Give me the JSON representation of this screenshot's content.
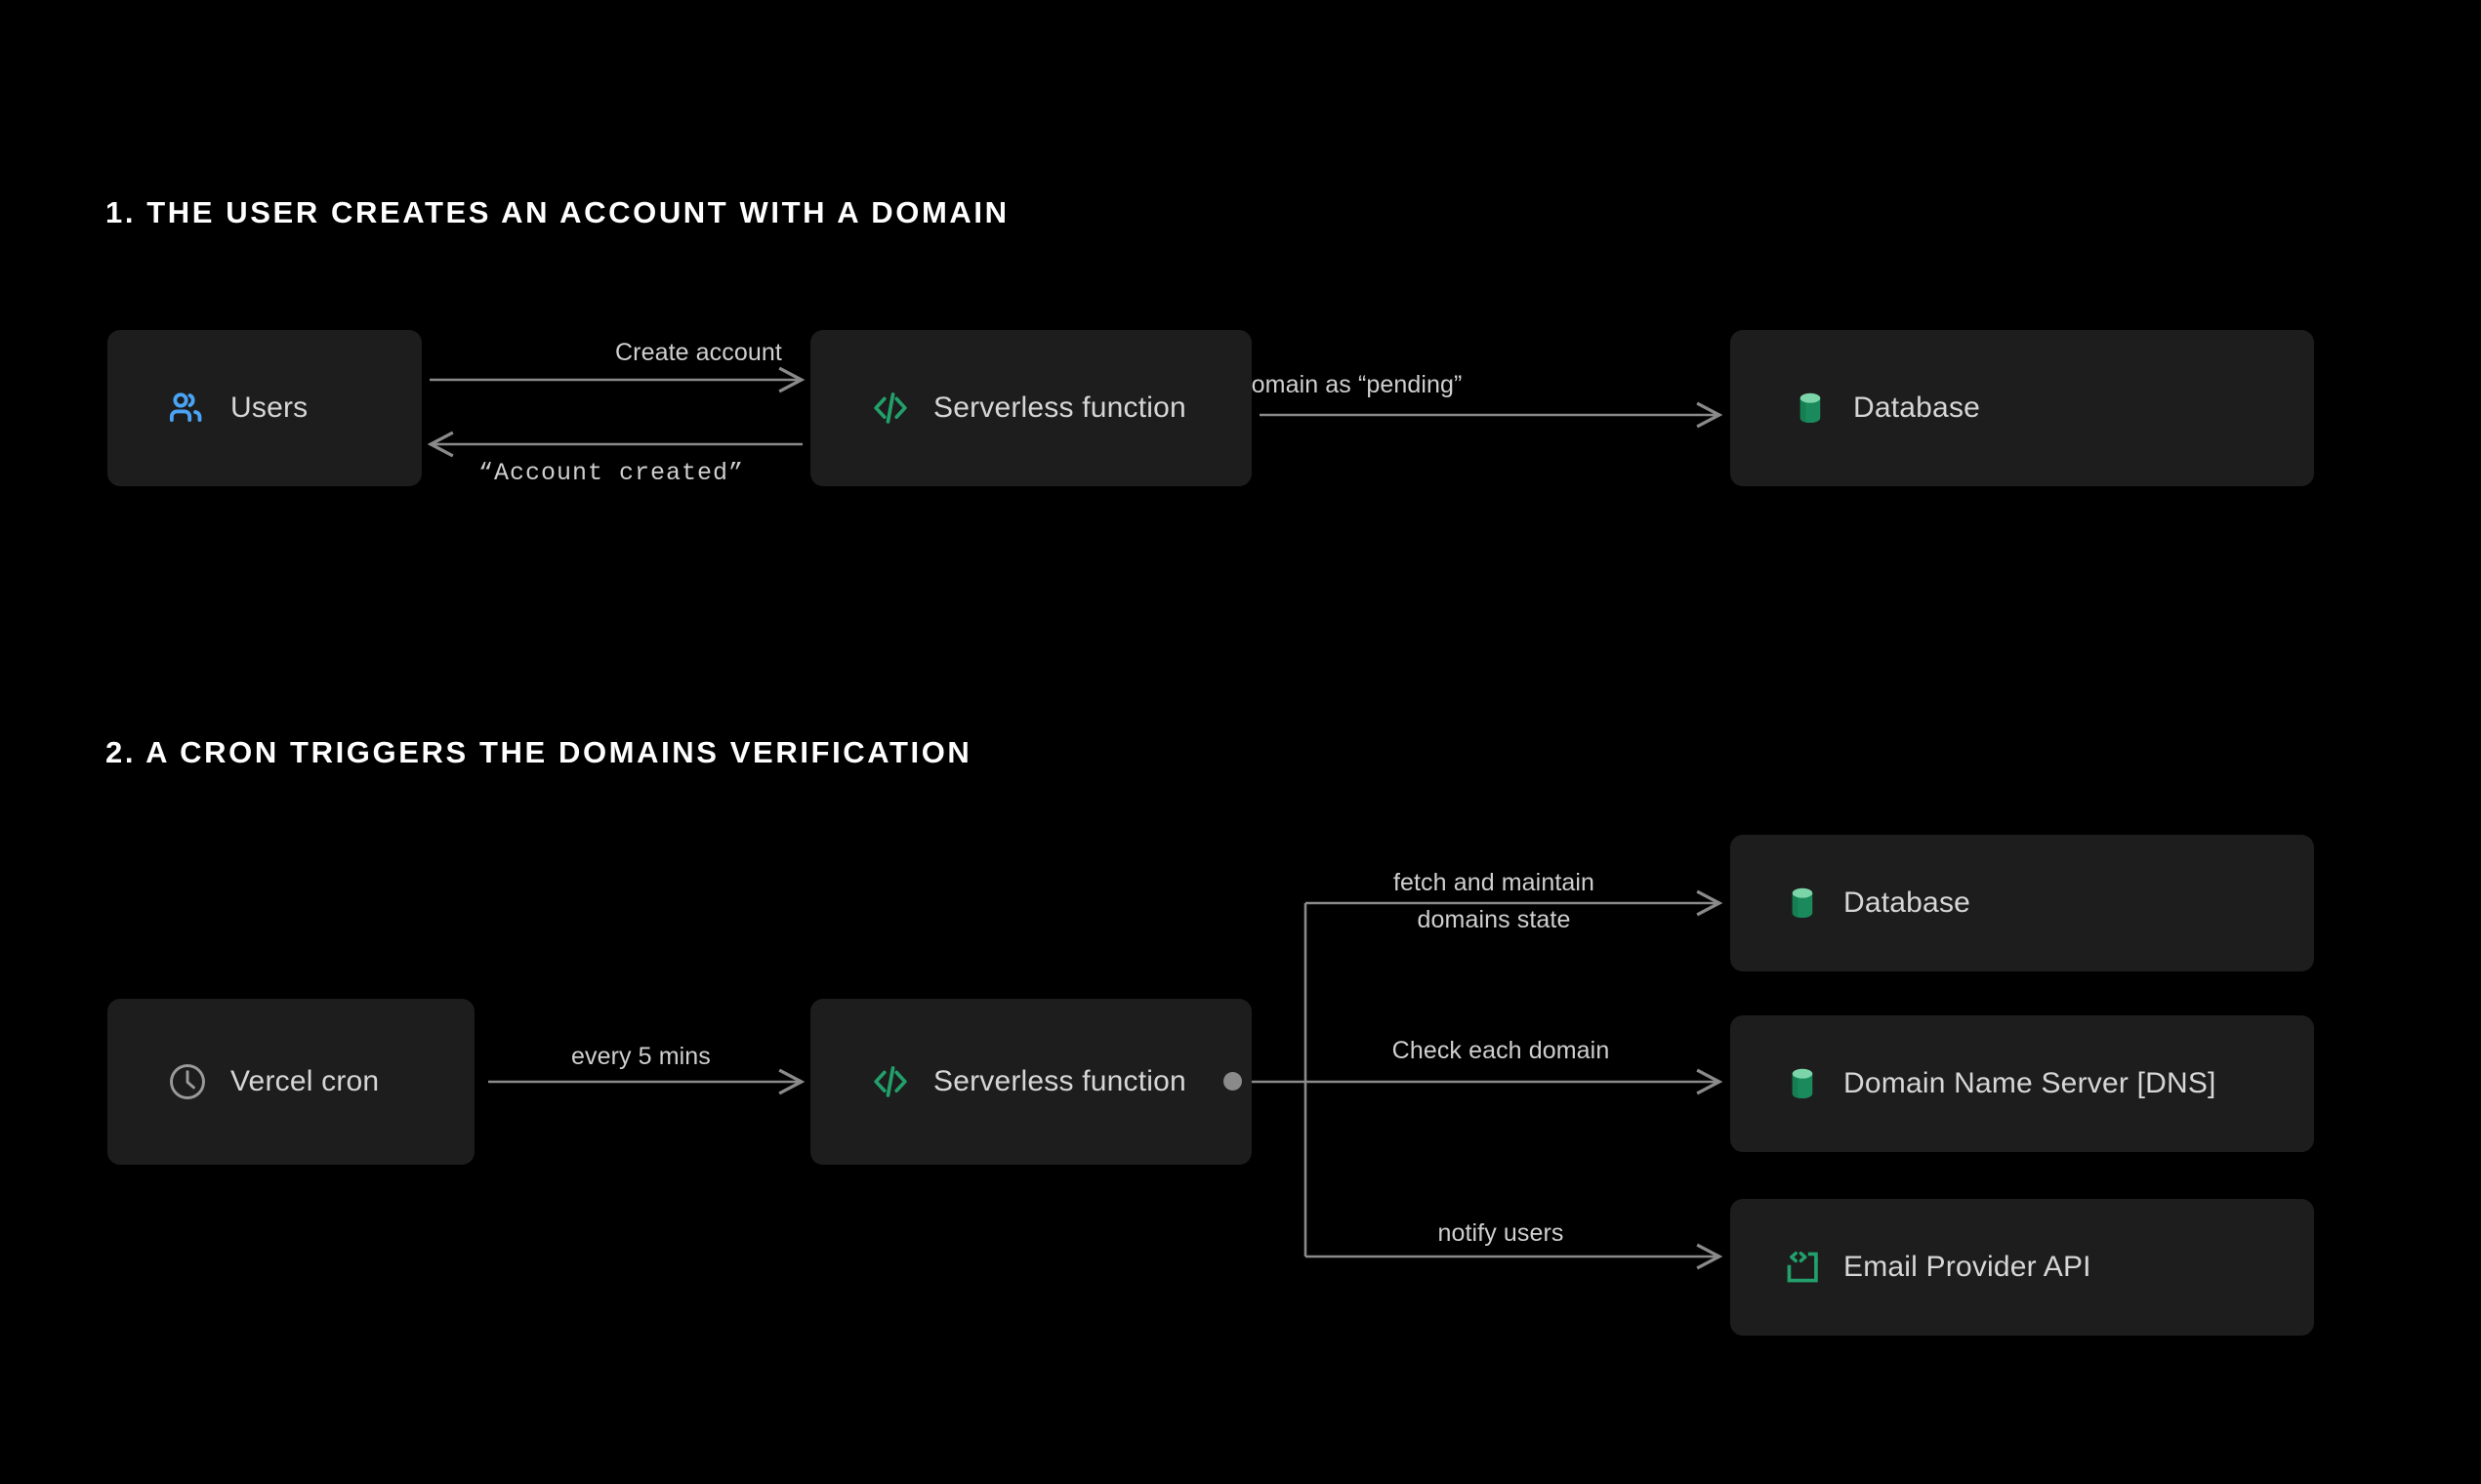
{
  "page": {
    "background": "#000000",
    "box_fill": "#1d1d1d",
    "line_color": "#8a8a8a",
    "text_color": "#d6d6d6",
    "heading_color": "#ffffff",
    "accent_green": "#22A06B",
    "accent_green_light": "#7BD5A8",
    "accent_blue": "#4AA3F5"
  },
  "sections": [
    {
      "heading": "1. THE USER CREATES AN ACCOUNT WITH A DOMAIN",
      "nodes": [
        {
          "label": "Users",
          "icon": "users-icon"
        },
        {
          "label": "Serverless function",
          "icon": "code-icon"
        },
        {
          "label": "Database",
          "icon": "database-icon"
        }
      ],
      "edges": [
        {
          "label": "Create account",
          "from": "Users",
          "to": "Serverless function",
          "direction": "right"
        },
        {
          "label": "“Account created”",
          "from": "Serverless function",
          "to": "Users",
          "direction": "left",
          "style": "mono"
        },
        {
          "label": "add the domain as “pending”",
          "from": "Serverless function",
          "to": "Database",
          "direction": "right"
        }
      ]
    },
    {
      "heading": "2. A CRON TRIGGERS THE DOMAINS VERIFICATION",
      "nodes": [
        {
          "label": "Vercel cron",
          "icon": "clock-icon"
        },
        {
          "label": "Serverless function",
          "icon": "code-icon"
        },
        {
          "label": "Database",
          "icon": "database-icon"
        },
        {
          "label": "Domain Name Server  [DNS]",
          "icon": "database-icon"
        },
        {
          "label": "Email Provider API",
          "icon": "api-bracket-icon"
        }
      ],
      "edges": [
        {
          "label": "every 5 mins",
          "from": "Vercel cron",
          "to": "Serverless function",
          "direction": "right"
        },
        {
          "label_line1": "fetch and maintain",
          "label_line2": "domains state",
          "from": "Serverless function",
          "to": "Database",
          "direction": "right"
        },
        {
          "label": "Check each domain",
          "from": "Serverless function",
          "to": "Domain Name Server  [DNS]",
          "direction": "right"
        },
        {
          "label": "notify users",
          "from": "Serverless function",
          "to": "Email Provider API",
          "direction": "right"
        }
      ]
    }
  ]
}
